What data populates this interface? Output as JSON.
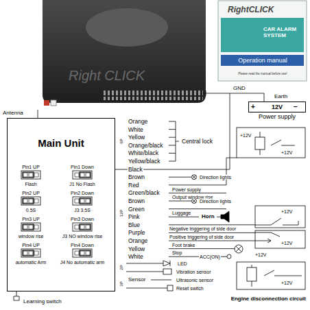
{
  "diagram": {
    "nodes": [
      {
        "text": [
          "Main Unit"
        ]
      },
      {
        "text": [
          "12V",
          "Power supply"
        ]
      }
    ],
    "edges": [
      {
        "from": 0,
        "to": 1,
        "arrow": "none"
      }
    ],
    "labels": [
      "Antenna",
      "Pin1 UP",
      "Flash",
      "Pin1 Down",
      "J1 No Flash",
      "Pin2 UP",
      "0.5S",
      "Pin2 Down",
      "J3  3.5S",
      "Pin3 UP",
      "window rise",
      "Pin3 Down",
      "J3 NO window rise",
      "Pin4 UP",
      "automatic Arm",
      "Pin4 Down",
      "J4 No automatic arm",
      "Learning switch",
      "6P",
      "12P",
      "2P",
      "3P",
      "Orange",
      "White",
      "Yellow",
      "Orange/black",
      "White/black",
      "Yellow/black",
      "Central lock",
      "Black",
      "Brown",
      "Red",
      "Green/black",
      "Brown",
      "Green",
      "Pink",
      "Blue",
      "Purple",
      "Orange",
      "Yellow",
      "White",
      "Sensor",
      "Direction lights",
      "Power supply",
      "Output window rise",
      "Direction lights",
      "Luggage",
      "Horn",
      "Negative triggering of side door",
      "Positive triggering of side door",
      "Foot brake",
      "Stop",
      "ACC(ON)",
      "LED",
      "Vibration sensor",
      "Ultrasonic sensor",
      "Reset switch",
      "GND",
      "Earth",
      "+",
      "−",
      "+12V",
      "+12V",
      "+12V",
      "+12V",
      "+12V",
      "+12V",
      "Engine disconnection circuit",
      "Right CLICK",
      "RightCLICK",
      "CAR ALARM SYSTEM",
      "Operation manual",
      "Please read the manual before use!"
    ]
  }
}
